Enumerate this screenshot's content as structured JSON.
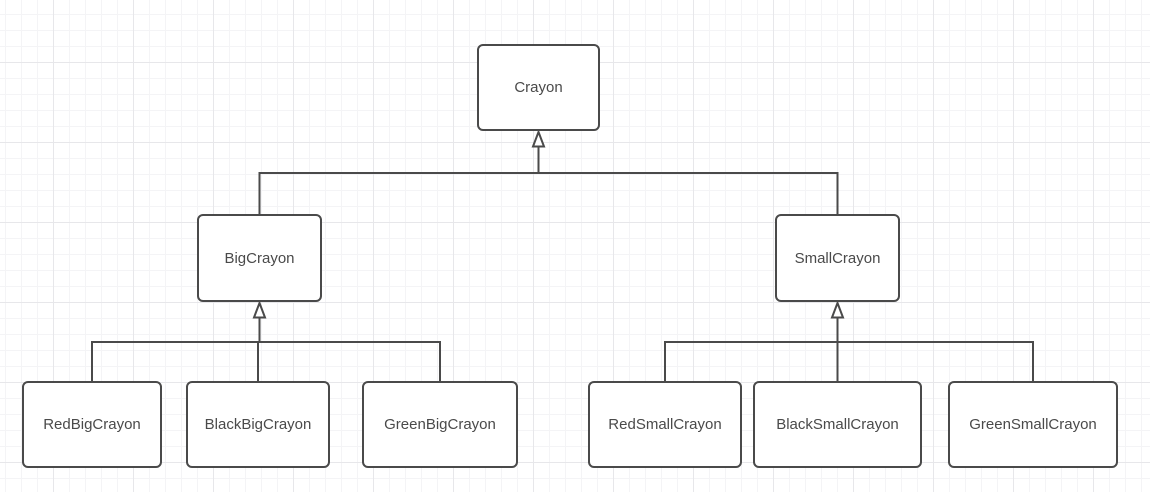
{
  "diagram": {
    "kind": "class-inheritance-diagram",
    "nodes": {
      "crayon": {
        "label": "Crayon"
      },
      "bigCrayon": {
        "label": "BigCrayon"
      },
      "smallCrayon": {
        "label": "SmallCrayon"
      },
      "redBigCrayon": {
        "label": "RedBigCrayon"
      },
      "blackBigCrayon": {
        "label": "BlackBigCrayon"
      },
      "greenBigCrayon": {
        "label": "GreenBigCrayon"
      },
      "redSmallCrayon": {
        "label": "RedSmallCrayon"
      },
      "blackSmallCrayon": {
        "label": "BlackSmallCrayon"
      },
      "greenSmallCrayon": {
        "label": "GreenSmallCrayon"
      }
    },
    "edges": [
      {
        "from": "BigCrayon",
        "to": "Crayon",
        "type": "generalization",
        "arrowhead": "hollow-triangle"
      },
      {
        "from": "SmallCrayon",
        "to": "Crayon",
        "type": "generalization",
        "arrowhead": "hollow-triangle"
      },
      {
        "from": "RedBigCrayon",
        "to": "BigCrayon",
        "type": "generalization",
        "arrowhead": "hollow-triangle"
      },
      {
        "from": "BlackBigCrayon",
        "to": "BigCrayon",
        "type": "generalization",
        "arrowhead": "hollow-triangle"
      },
      {
        "from": "GreenBigCrayon",
        "to": "BigCrayon",
        "type": "generalization",
        "arrowhead": "hollow-triangle"
      },
      {
        "from": "RedSmallCrayon",
        "to": "SmallCrayon",
        "type": "generalization",
        "arrowhead": "hollow-triangle"
      },
      {
        "from": "BlackSmallCrayon",
        "to": "SmallCrayon",
        "type": "generalization",
        "arrowhead": "hollow-triangle"
      },
      {
        "from": "GreenSmallCrayon",
        "to": "SmallCrayon",
        "type": "generalization",
        "arrowhead": "hollow-triangle"
      }
    ],
    "colors": {
      "stroke": "#4a4a4a",
      "node_fill": "#ffffff",
      "text": "#4a4a4a",
      "grid_minor": "#f4f4f6",
      "grid_major": "#e7e7ea",
      "background": "#ffffff"
    }
  }
}
